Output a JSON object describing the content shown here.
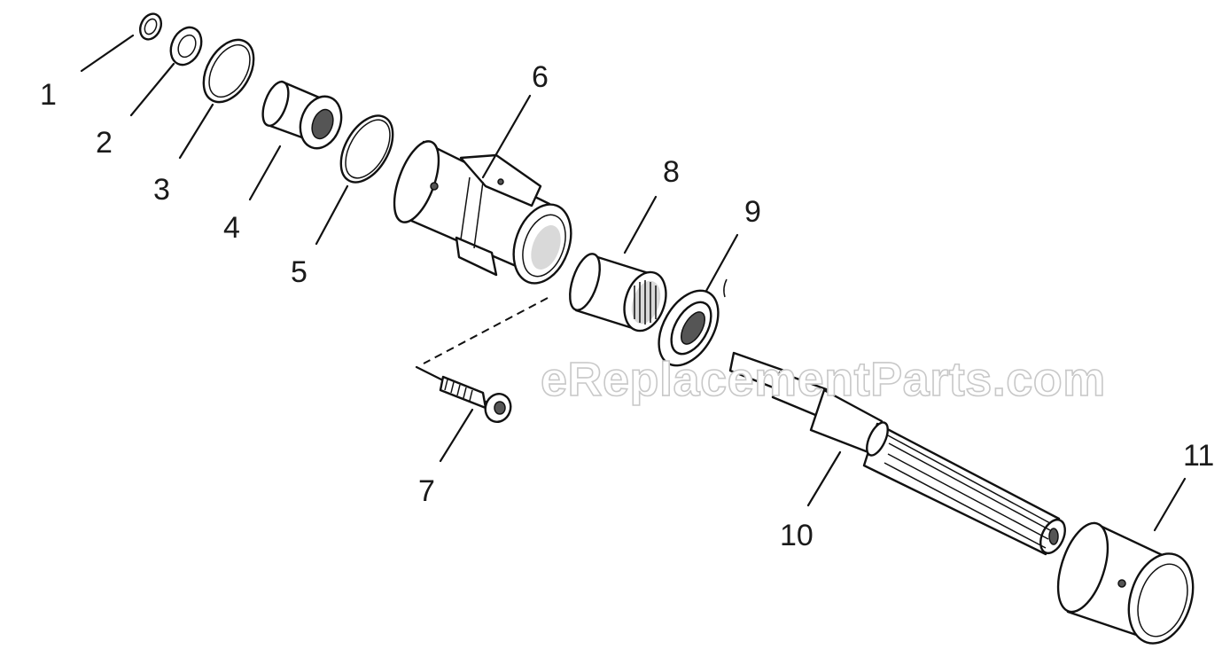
{
  "labels": [
    "1",
    "2",
    "3",
    "4",
    "5",
    "6",
    "7",
    "8",
    "9",
    "10",
    "11"
  ],
  "watermark": "eReplacementParts.com"
}
